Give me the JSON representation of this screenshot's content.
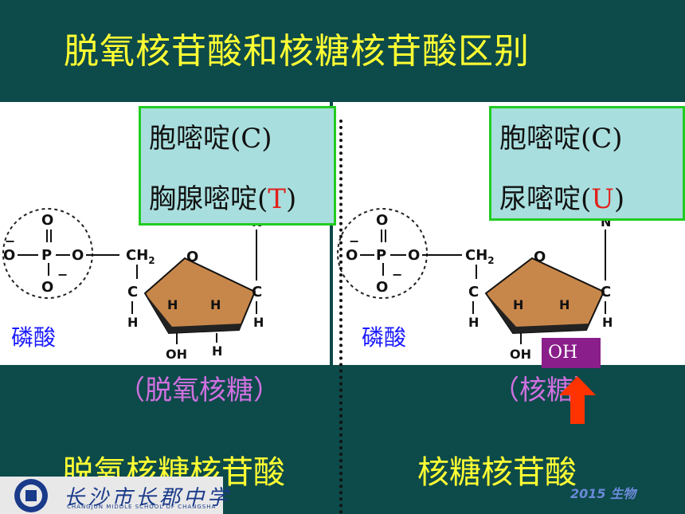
{
  "title": "脱氧核苷酸和核糖核苷酸区别",
  "left": {
    "base1": "胞嘧啶(C)",
    "base2_prefix": "胸腺嘧啶(",
    "base2_letter": "T",
    "base2_suffix": ")",
    "phosphate": "磷酸",
    "sugar": "（脱氧核糖）",
    "nucleotide": "脱氧核糖核苷酸"
  },
  "right": {
    "base1": "胞嘧啶(C)",
    "base2_prefix": "尿嘧啶(",
    "base2_letter": "U",
    "base2_suffix": ")",
    "phosphate": "磷酸",
    "sugar": "（核糖）",
    "oh_box": "OH",
    "nucleotide": "核糖核苷酸"
  },
  "structure": {
    "O": "O",
    "P": "P",
    "C": "C",
    "H": "H",
    "N": "N",
    "CH2": "CH",
    "sub2": "2",
    "OH": "OH",
    "minus": "−"
  },
  "footer": {
    "school_name": "长沙市长郡中学",
    "school_sub": "CHANGJUN MIDDLE SCHOOL OF CHANGSHA",
    "tag": "2015 生物"
  },
  "colors": {
    "background": "#0d4a4a",
    "title": "#ffff33",
    "sugar_ring": "#c8874a",
    "box_border": "#22cc22",
    "box_fill": "#a9dede",
    "highlight": "#e0201a",
    "phosphate_label": "#1a1aff",
    "sugar_label": "#d070e0",
    "oh_box": "#8a1e8a"
  }
}
